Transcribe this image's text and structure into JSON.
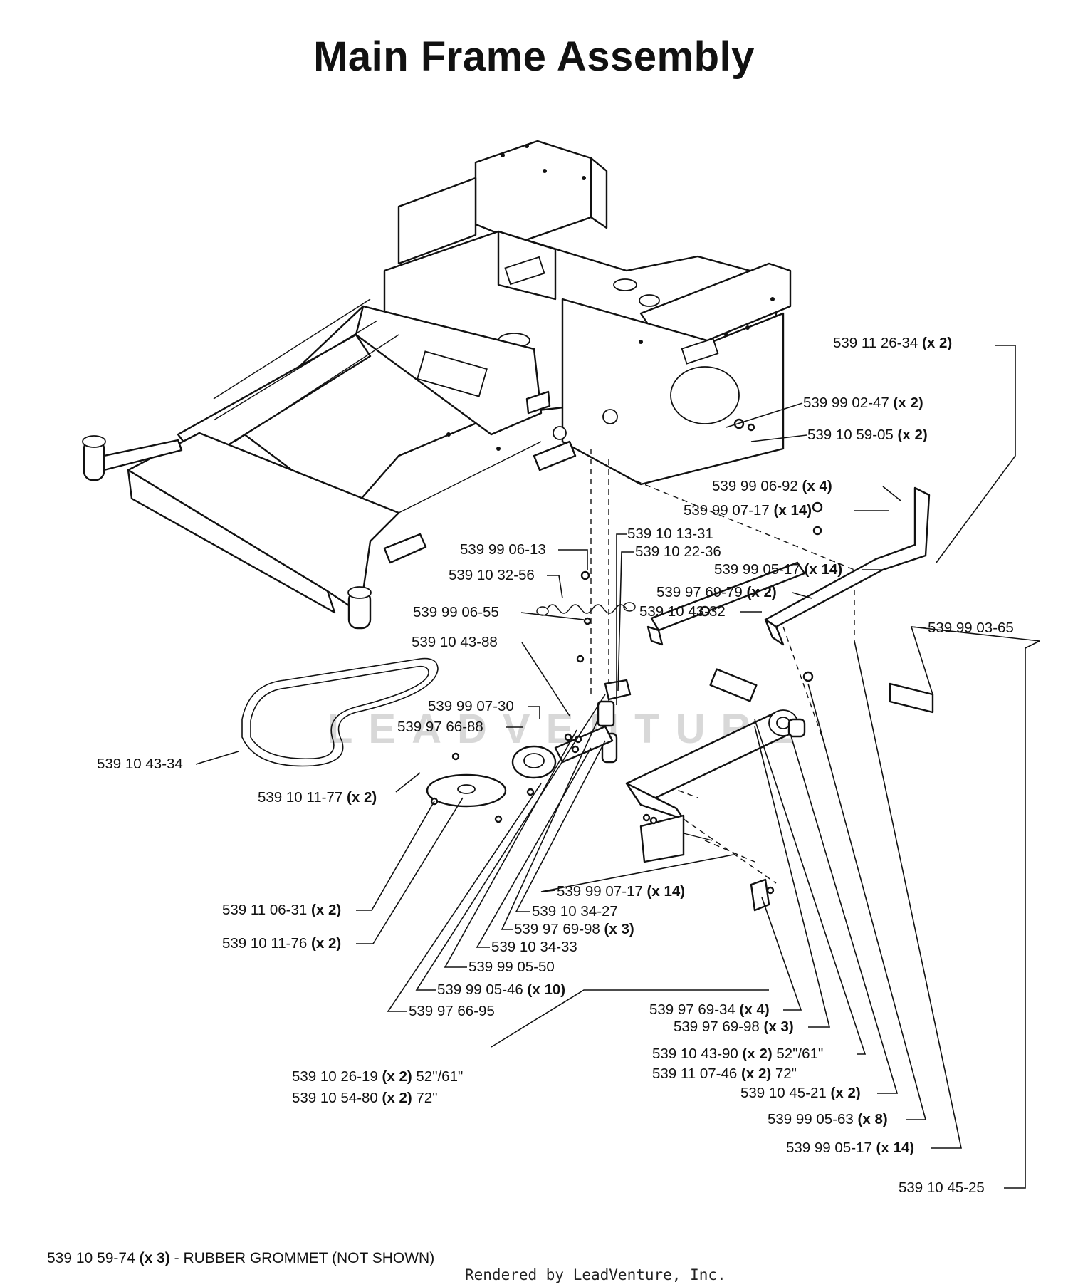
{
  "title": "Main Frame Assembly",
  "callouts": [
    {
      "id": "c1",
      "pn": "539 11 26-34",
      "qty": "(x 2)",
      "note": ""
    },
    {
      "id": "c2",
      "pn": "539 99 02-47",
      "qty": "(x 2)",
      "note": ""
    },
    {
      "id": "c3",
      "pn": "539 10 59-05",
      "qty": "(x 2)",
      "note": ""
    },
    {
      "id": "c4",
      "pn": "539 99 06-92",
      "qty": "(x 4)",
      "note": ""
    },
    {
      "id": "c5",
      "pn": "539 99 07-17",
      "qty": "(x 14)",
      "note": ""
    },
    {
      "id": "c6",
      "pn": "539 10 13-31",
      "qty": "",
      "note": ""
    },
    {
      "id": "c7",
      "pn": "539 99 06-13",
      "qty": "",
      "note": ""
    },
    {
      "id": "c8",
      "pn": "539 10 22-36",
      "qty": "",
      "note": ""
    },
    {
      "id": "c9",
      "pn": "539 10 32-56",
      "qty": "",
      "note": ""
    },
    {
      "id": "c10",
      "pn": "539 99 05-17",
      "qty": "(x 14)",
      "note": ""
    },
    {
      "id": "c11",
      "pn": "539 97 69-79",
      "qty": "(x 2)",
      "note": ""
    },
    {
      "id": "c12",
      "pn": "539 10 43-32",
      "qty": "",
      "note": ""
    },
    {
      "id": "c13",
      "pn": "539 99 06-55",
      "qty": "",
      "note": ""
    },
    {
      "id": "c14",
      "pn": "539 10 43-88",
      "qty": "",
      "note": ""
    },
    {
      "id": "c15",
      "pn": "539 99 03-65",
      "qty": "",
      "note": ""
    },
    {
      "id": "c16",
      "pn": "539 99 07-30",
      "qty": "",
      "note": ""
    },
    {
      "id": "c17",
      "pn": "539 97 66-88",
      "qty": "",
      "note": ""
    },
    {
      "id": "c18",
      "pn": "539 10 43-34",
      "qty": "",
      "note": ""
    },
    {
      "id": "c19",
      "pn": "539 10 11-77",
      "qty": "(x 2)",
      "note": ""
    },
    {
      "id": "c20",
      "pn": "539 99 07-17",
      "qty": "(x 14)",
      "note": ""
    },
    {
      "id": "c21",
      "pn": "539 11 06-31",
      "qty": "(x 2)",
      "note": ""
    },
    {
      "id": "c22",
      "pn": "539 10 34-27",
      "qty": "",
      "note": ""
    },
    {
      "id": "c23",
      "pn": "539 97 69-98",
      "qty": "(x 3)",
      "note": ""
    },
    {
      "id": "c24",
      "pn": "539 10 11-76",
      "qty": "(x 2)",
      "note": ""
    },
    {
      "id": "c25",
      "pn": "539 10 34-33",
      "qty": "",
      "note": ""
    },
    {
      "id": "c26",
      "pn": "539 99 05-50",
      "qty": "",
      "note": ""
    },
    {
      "id": "c27",
      "pn": "539 99 05-46",
      "qty": "(x 10)",
      "note": ""
    },
    {
      "id": "c28",
      "pn": "539 97 66-95",
      "qty": "",
      "note": ""
    },
    {
      "id": "c29",
      "pn": "539 97 69-34",
      "qty": "(x 4)",
      "note": ""
    },
    {
      "id": "c30",
      "pn": "539 97 69-98",
      "qty": "(x 3)",
      "note": ""
    },
    {
      "id": "c31",
      "pn": "539 10 43-90",
      "qty": "(x 2)",
      "note": "52\"/61\""
    },
    {
      "id": "c32",
      "pn": "539 11 07-46",
      "qty": "(x 2)",
      "note": "72\""
    },
    {
      "id": "c33",
      "pn": "539 10 26-19",
      "qty": "(x 2)",
      "note": "52\"/61\""
    },
    {
      "id": "c34",
      "pn": "539 10 45-21",
      "qty": "(x 2)",
      "note": ""
    },
    {
      "id": "c35",
      "pn": "539 10 54-80",
      "qty": "(x 2)",
      "note": "72\""
    },
    {
      "id": "c36",
      "pn": "539 99 05-63",
      "qty": "(x 8)",
      "note": ""
    },
    {
      "id": "c37",
      "pn": "539 99 05-17",
      "qty": "(x 14)",
      "note": ""
    },
    {
      "id": "c38",
      "pn": "539 10 45-25",
      "qty": "",
      "note": ""
    }
  ],
  "footnote": {
    "pn": "539 10 59-74",
    "qty": "(x 3)",
    "text": "- RUBBER GROMMET (NOT SHOWN)"
  },
  "credit": "Rendered by LeadVenture, Inc.",
  "watermark": "LEADVENTURE"
}
